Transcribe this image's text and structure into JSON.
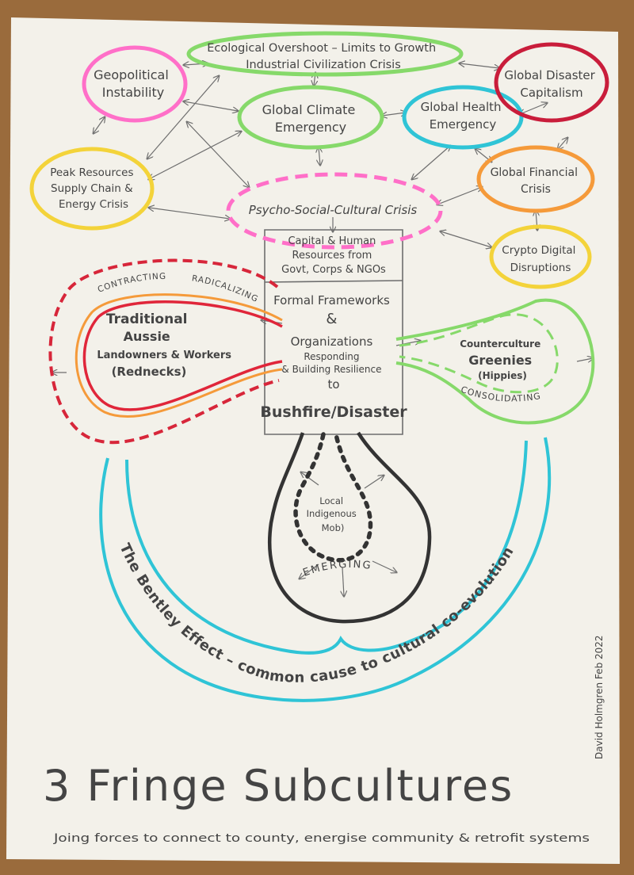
{
  "colors": {
    "table": "#9a6b3c",
    "paper": "#f3f1ea",
    "pencil": "#6e6e6e",
    "ink": "#4a4a4a",
    "green": "#86d96a",
    "pink": "#ff6fc8",
    "yellow": "#f3d33a",
    "teal": "#2fc4d6",
    "crimson": "#c91d3b",
    "orange": "#f59a3a",
    "red": "#e0263a",
    "black": "#333333"
  },
  "top_nodes": {
    "ecological": [
      "Ecological Overshoot – Limits to Growth",
      "Industrial Civilization Crisis"
    ],
    "geopolitical": [
      "Geopolitical",
      "Instability"
    ],
    "climate": [
      "Global Climate",
      "Emergency"
    ],
    "health": [
      "Global Health",
      "Emergency"
    ],
    "disaster_capitalism": [
      "Global Disaster",
      "Capitalism"
    ],
    "peak_resources": [
      "Peak Resources",
      "Supply Chain &",
      "Energy Crisis"
    ],
    "psycho_social": "Psycho-Social-Cultural Crisis",
    "financial": [
      "Global Financial",
      "Crisis"
    ],
    "crypto": [
      "Crypto Digital",
      "Disruptions"
    ]
  },
  "centre": {
    "resources": [
      "Capital & Human",
      "Resources from",
      "Govt, Corps & NGOs"
    ],
    "frameworks": [
      "Formal Frameworks",
      "&",
      "Organizations",
      "Responding",
      "& Building Resilience",
      "to"
    ],
    "focus": "Bushfire/Disaster"
  },
  "subcultures": {
    "rednecks": [
      "Traditional",
      "Aussie",
      "Landowners & Workers",
      "(Rednecks)"
    ],
    "rednecks_arc_left": "CONTRACTING",
    "rednecks_arc_right": "RADICALIZING",
    "hippies": [
      "Counterculture",
      "Greenies",
      "(Hippies)"
    ],
    "hippies_arc": "CONSOLIDATING",
    "indigenous": [
      "Local",
      "Indigenous",
      "Mob)"
    ],
    "indigenous_arc": "EMERGING"
  },
  "bentley_text": "The Bentley Effect – common cause to cultural co-evolution",
  "signature": "David Holmgren Feb 2022",
  "title": "3 Fringe Subcultures",
  "subtitle": "Joing forces to connect to county, energise community & retrofit systems"
}
